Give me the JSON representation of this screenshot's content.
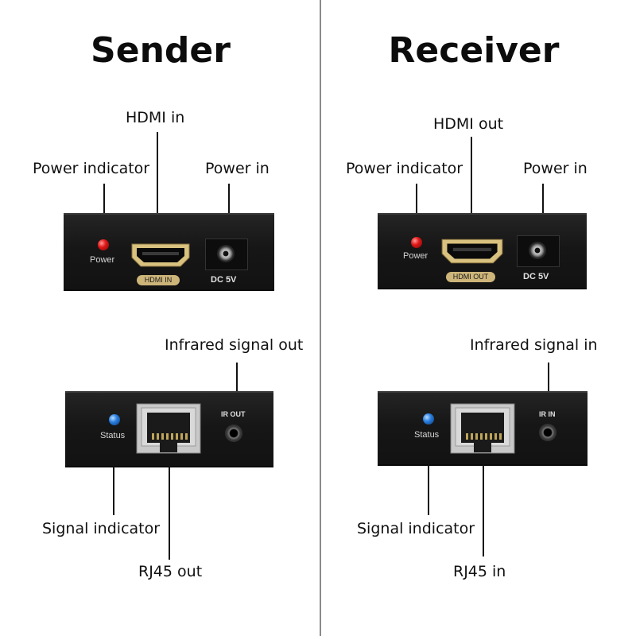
{
  "sender": {
    "title": "Sender",
    "front": {
      "callouts": {
        "hdmi": "HDMI in",
        "power_indicator": "Power indicator",
        "power_in": "Power in"
      },
      "panel": {
        "power_label": "Power",
        "hdmi_label": "HDMI IN",
        "dc_label": "DC 5V"
      }
    },
    "back": {
      "callouts": {
        "infrared": "Infrared signal out",
        "signal_indicator": "Signal indicator",
        "rj45": "RJ45 out"
      },
      "panel": {
        "status_label": "Status",
        "ir_label": "IR OUT"
      }
    }
  },
  "receiver": {
    "title": "Receiver",
    "front": {
      "callouts": {
        "hdmi": "HDMI out",
        "power_indicator": "Power indicator",
        "power_in": "Power in"
      },
      "panel": {
        "power_label": "Power",
        "hdmi_label": "HDMI OUT",
        "dc_label": "DC 5V"
      }
    },
    "back": {
      "callouts": {
        "infrared": "Infrared signal in",
        "signal_indicator": "Signal indicator",
        "rj45": "RJ45 in"
      },
      "panel": {
        "status_label": "Status",
        "ir_label": "IR IN"
      }
    }
  },
  "colors": {
    "panel": "#161616",
    "power_led": "#e01818",
    "status_led": "#2a7fe0",
    "hdmi_gold": "#cdb57a",
    "divider": "#8a8a8a"
  }
}
